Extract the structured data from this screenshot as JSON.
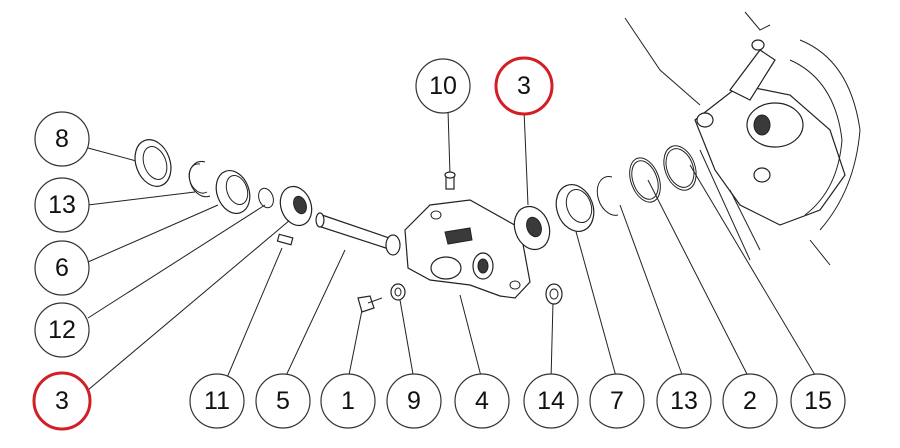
{
  "callouts": [
    {
      "id": "c8",
      "label": "8",
      "highlight": false
    },
    {
      "id": "c13a",
      "label": "13",
      "highlight": false
    },
    {
      "id": "c6",
      "label": "6",
      "highlight": false
    },
    {
      "id": "c12",
      "label": "12",
      "highlight": false
    },
    {
      "id": "c3a",
      "label": "3",
      "highlight": true
    },
    {
      "id": "c10",
      "label": "10",
      "highlight": false
    },
    {
      "id": "c3b",
      "label": "3",
      "highlight": true
    },
    {
      "id": "c11",
      "label": "11",
      "highlight": false
    },
    {
      "id": "c5",
      "label": "5",
      "highlight": false
    },
    {
      "id": "c1",
      "label": "1",
      "highlight": false
    },
    {
      "id": "c9",
      "label": "9",
      "highlight": false
    },
    {
      "id": "c4",
      "label": "4",
      "highlight": false
    },
    {
      "id": "c14",
      "label": "14",
      "highlight": false
    },
    {
      "id": "c7",
      "label": "7",
      "highlight": false
    },
    {
      "id": "c13b",
      "label": "13",
      "highlight": false
    },
    {
      "id": "c2",
      "label": "2",
      "highlight": false
    },
    {
      "id": "c15",
      "label": "15",
      "highlight": false
    }
  ],
  "colors": {
    "highlight": "#d21f26",
    "line": "#222222",
    "text": "#111111"
  }
}
